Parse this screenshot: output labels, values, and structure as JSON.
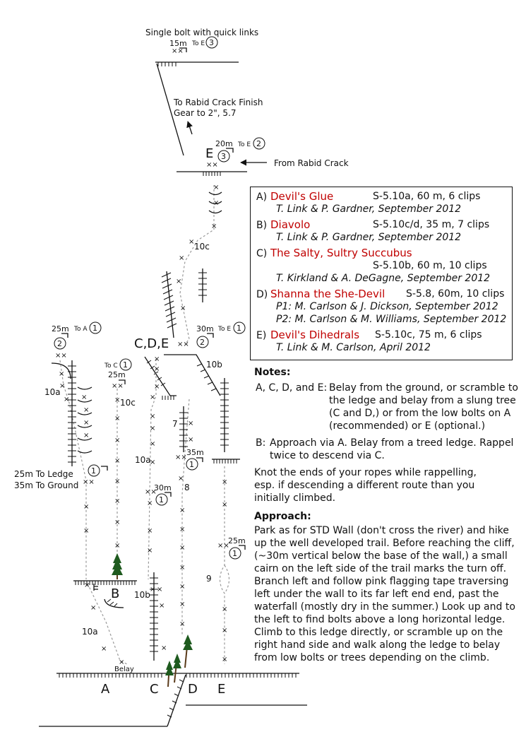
{
  "topo": {
    "top_anchor_note": "Single bolt with quick links",
    "top_anchor_dist": "15m",
    "top_anchor_to": "To E",
    "top_anchor_num": "3",
    "finish_line1": "To Rabid Crack Finish",
    "finish_line2": "Gear to 2\", 5.7",
    "e_anchor_dist": "20m",
    "e_anchor_to": "To E",
    "e_anchor_num": "2",
    "e_label": "E",
    "e_label_num": "3",
    "from_rabid": "From Rabid Crack",
    "grade_10c_top": "10c",
    "cde_label": "C,D,E",
    "cde_num": "2",
    "cde_dist": "30m",
    "cde_to": "To E",
    "cde_to_num": "1",
    "a_anchor_dist": "25m",
    "a_anchor_to": "To A",
    "a_anchor_to_num": "1",
    "a_anchor_num": "2",
    "c_anchor_to": "To C",
    "c_anchor_to_num": "1",
    "c_anchor_dist": "25m",
    "grade_10a_left": "10a",
    "grade_10c_b": "10c",
    "grade_10b_e": "10b",
    "grade_7": "7",
    "d_anchor_dist": "35m",
    "d_anchor_num": "1",
    "grade_10a_c": "10a",
    "c_lower_dist": "30m",
    "c_lower_num": "1",
    "grade_8": "8",
    "ledge_line1": "25m To Ledge",
    "ledge_line2": "35m To Ground",
    "ledge_num": "1",
    "e_lower_dist": "25m",
    "e_lower_num": "1",
    "grade_9": "9",
    "b_label": "B",
    "grade_10b_c": "10b",
    "grade_10a_a": "10a",
    "belay": "Belay",
    "base_letters": [
      "A",
      "C",
      "D",
      "E"
    ],
    "bolt_mark": "×",
    "double_bolt_mark": "××"
  },
  "legend": [
    {
      "letter": "A)",
      "name": "Devil's Glue",
      "grade": "S-5.10a, 60 m, 6 clips",
      "fa": [
        "T. Link & P. Gardner, September 2012"
      ]
    },
    {
      "letter": "B)",
      "name": "Diavolo",
      "grade": "S-5.10c/d, 35 m, 7 clips",
      "fa": [
        "T. Link & P. Gardner, September 2012"
      ]
    },
    {
      "letter": "C)",
      "name": "The Salty, Sultry Succubus",
      "grade": "S-5.10b, 60 m, 10 clips",
      "fa": [
        "T. Kirkland & A. DeGagne, September 2012"
      ]
    },
    {
      "letter": "D)",
      "name": "Shanna the She-Devil",
      "grade": "S-5.8, 60m, 10 clips",
      "fa": [
        "P1: M. Carlson & J. Dickson, September 2012",
        "P2: M. Carlson & M. Williams, September 2012"
      ]
    },
    {
      "letter": "E)",
      "name": "Devil's Dihedrals",
      "grade": "S-5.10c, 75 m, 6 clips",
      "fa": [
        "T. Link & M. Carlson, April 2012"
      ]
    }
  ],
  "notes": {
    "heading": "Notes:",
    "ace_lead": "A, C, D, and E:",
    "ace_text": "Belay from the ground, or scramble to the ledge and belay from a slung tree (C and D,) or from the low bolts on A (recommended) or E (optional.)",
    "b_lead": "B:",
    "b_text": "Approach via A. Belay from a treed ledge. Rappel twice to descend via C.",
    "knot": "Knot the ends of your ropes while rappelling, esp. if descending a different route than you initially climbed."
  },
  "approach": {
    "heading": "Approach:",
    "text": "Park as for STD Wall (don't cross the river) and hike up the well developed trail. Before reaching the cliff, (~30m vertical below the base of the wall,) a small cairn on the left side of the trail marks the turn off. Branch left and follow pink flagging tape traversing left under the wall to its far left end end, past the waterfall (mostly dry in the summer.) Look up and to the left to find bolts above a long horizontal ledge. Climb to this ledge directly, or scramble up on the right hand side and walk along the ledge to belay from low bolts or trees depending on the climb."
  },
  "colors": {
    "route_name": "#c00000",
    "line": "#111111",
    "route_path": "#999999",
    "tree": "#1e5a1e"
  }
}
